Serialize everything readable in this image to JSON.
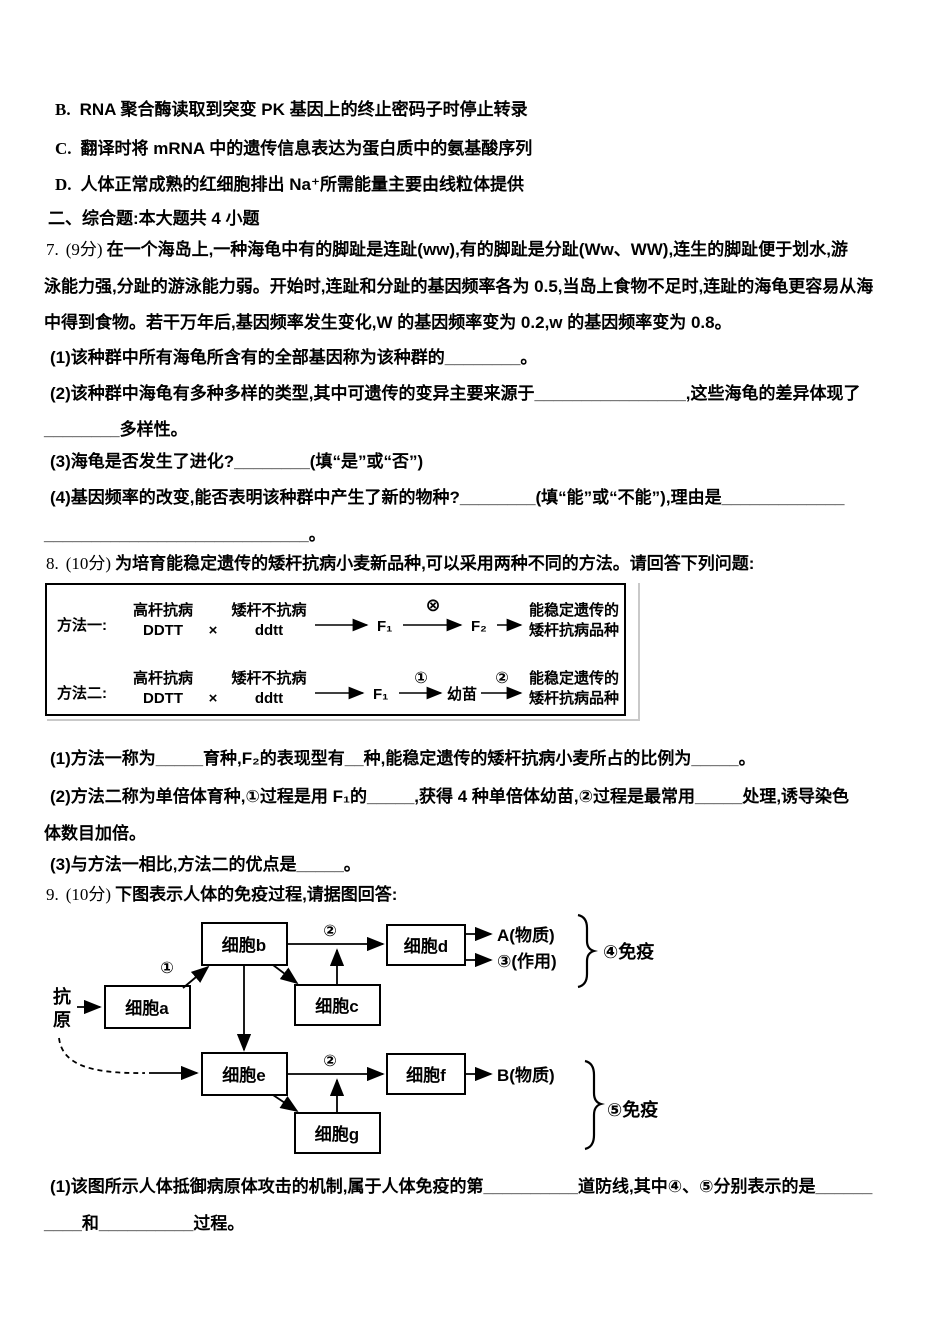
{
  "options": [
    {
      "label": "B.",
      "text": "RNA 聚合酶读取到突变 PK 基因上的终止密码子时停止转录"
    },
    {
      "label": "C.",
      "text": "翻译时将 mRNA 中的遗传信息表达为蛋白质中的氨基酸序列"
    },
    {
      "label": "D.",
      "text": "人体正常成熟的红细胞排出 Na⁺所需能量主要由线粒体提供"
    }
  ],
  "section_header": "二、综合题:本大题共 4 小题",
  "q7": {
    "number": "7.",
    "score": "(9分)",
    "intro1": "在一个海岛上,一种海龟中有的脚趾是连趾(ww),有的脚趾是分趾(Ww、WW),连生的脚趾便于划水,游",
    "intro2": "泳能力强,分趾的游泳能力弱。开始时,连趾和分趾的基因频率各为 0.5,当岛上食物不足时,连趾的海龟更容易从海",
    "intro3": "中得到食物。若干万年后,基因频率发生变化,W 的基因频率变为 0.2,w 的基因频率变为 0.8。",
    "item1": "(1)该种群中所有海龟所含有的全部基因称为该种群的________。",
    "item2": "(2)该种群中海龟有多种多样的类型,其中可遗传的变异主要来源于________________,这些海龟的差异体现了",
    "item2b": "________多样性。",
    "item3": "(3)海龟是否发生了进化?________(填“是”或“否”)",
    "item4": "(4)基因频率的改变,能否表明该种群中产生了新的物种?________(填“能”或“不能”),理由是_____________",
    "item4b": "____________________________。"
  },
  "q8": {
    "number": "8.",
    "score": "(10分)",
    "intro": "为培育能稳定遗传的矮杆抗病小麦新品种,可以采用两种不同的方法。请回答下列问题:",
    "figure": {
      "method1": {
        "label": "方法一:",
        "parent1_line1": "高杆抗病",
        "parent1_line2": "DDTT",
        "cross": "×",
        "parent2_line1": "矮杆不抗病",
        "parent2_line2": "ddtt",
        "f1": "F₁",
        "self_cross": "⊗",
        "f2": "F₂",
        "result_line1": "能稳定遗传的",
        "result_line2": "矮杆抗病品种"
      },
      "method2": {
        "label": "方法二:",
        "parent1_line1": "高杆抗病",
        "parent1_line2": "DDTT",
        "cross": "×",
        "parent2_line1": "矮杆不抗病",
        "parent2_line2": "ddtt",
        "f1": "F₁",
        "step1": "①",
        "seedling": "幼苗",
        "step2": "②",
        "result_line1": "能稳定遗传的",
        "result_line2": "矮杆抗病品种"
      }
    },
    "item1": "(1)方法一称为_____育种,F₂的表现型有__种,能稳定遗传的矮杆抗病小麦所占的比例为_____。",
    "item2": "(2)方法二称为单倍体育种,①过程是用 F₁的_____,获得 4 种单倍体幼苗,②过程是最常用_____处理,诱导染色",
    "item2b": "体数目加倍。",
    "item3": "(3)与方法一相比,方法二的优点是_____。"
  },
  "q9": {
    "number": "9.",
    "score": "(10分)",
    "intro": "下图表示人体的免疫过程,请据图回答:",
    "figure": {
      "antigen_line1": "抗",
      "antigen_line2": "原",
      "cell_a": "细胞a",
      "cell_b": "细胞b",
      "cell_c": "细胞c",
      "cell_d": "细胞d",
      "cell_e": "细胞e",
      "cell_f": "细胞f",
      "cell_g": "细胞g",
      "step1": "①",
      "step2_top": "②",
      "step2_bottom": "②",
      "output_a": "A(物质)",
      "output_3": "③(作用)",
      "immunity4": "④免疫",
      "output_b": "B(物质)",
      "immunity5": "⑤免疫"
    },
    "item1": "(1)该图所示人体抵御病原体攻击的机制,属于人体免疫的第__________道防线,其中④、⑤分别表示的是______",
    "item1b": "____和__________过程。"
  }
}
